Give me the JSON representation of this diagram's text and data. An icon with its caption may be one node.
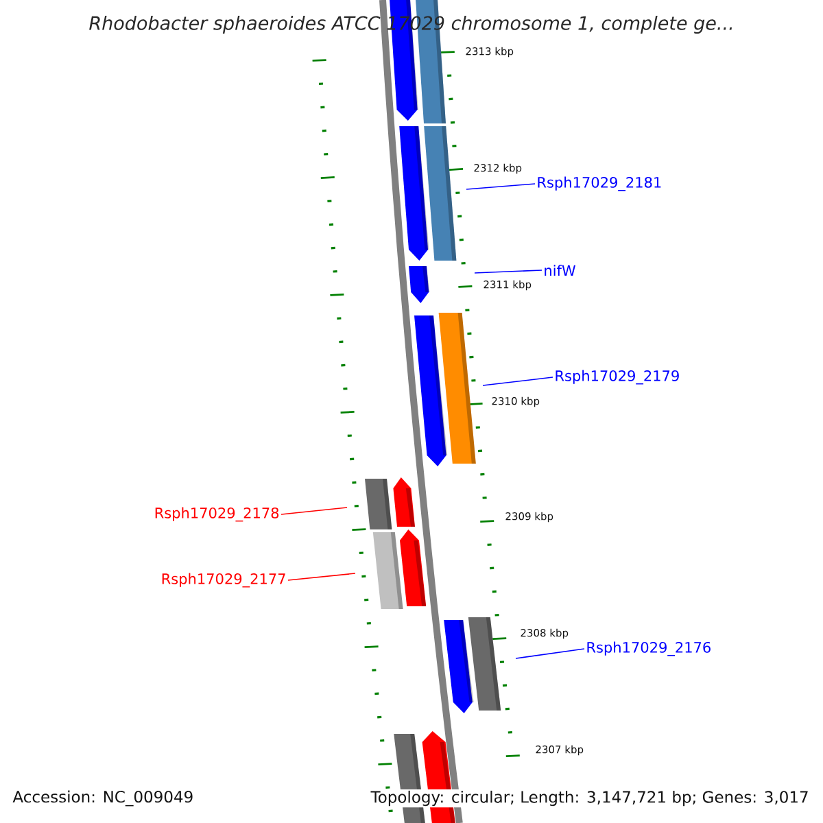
{
  "diagram": {
    "title": "Rhodobacter sphaeroides ATCC 17029 chromosome 1, complete ge...",
    "nodes": [
      {
        "text": [
          "Rsph17029_2181"
        ]
      },
      {
        "text": [
          "nifW"
        ]
      },
      {
        "text": [
          "Rsph17029_2179"
        ]
      },
      {
        "text": [
          "Rsph17029_2178"
        ]
      },
      {
        "text": [
          "Rsph17029_2177"
        ]
      },
      {
        "text": [
          "Rsph17029_2176"
        ]
      }
    ],
    "edges": [
      {
        "from": 0,
        "to": null,
        "arrow": "none"
      },
      {
        "from": 1,
        "to": null,
        "arrow": "none"
      },
      {
        "from": 2,
        "to": null,
        "arrow": "none"
      },
      {
        "from": 3,
        "to": null,
        "arrow": "none",
        "color": "#ff0000"
      },
      {
        "from": 4,
        "to": null,
        "arrow": "none",
        "color": "#ff0000"
      },
      {
        "from": 5,
        "to": null,
        "arrow": "none"
      }
    ],
    "labels": [
      "2313 kbp",
      "2312 kbp",
      "2311 kbp",
      "2310 kbp",
      "2309 kbp",
      "2308 kbp",
      "2307 kbp",
      "Accession: NC_009049",
      "Topology: circular; Length: 3,147,721 bp; Genes: 3,017"
    ]
  }
}
